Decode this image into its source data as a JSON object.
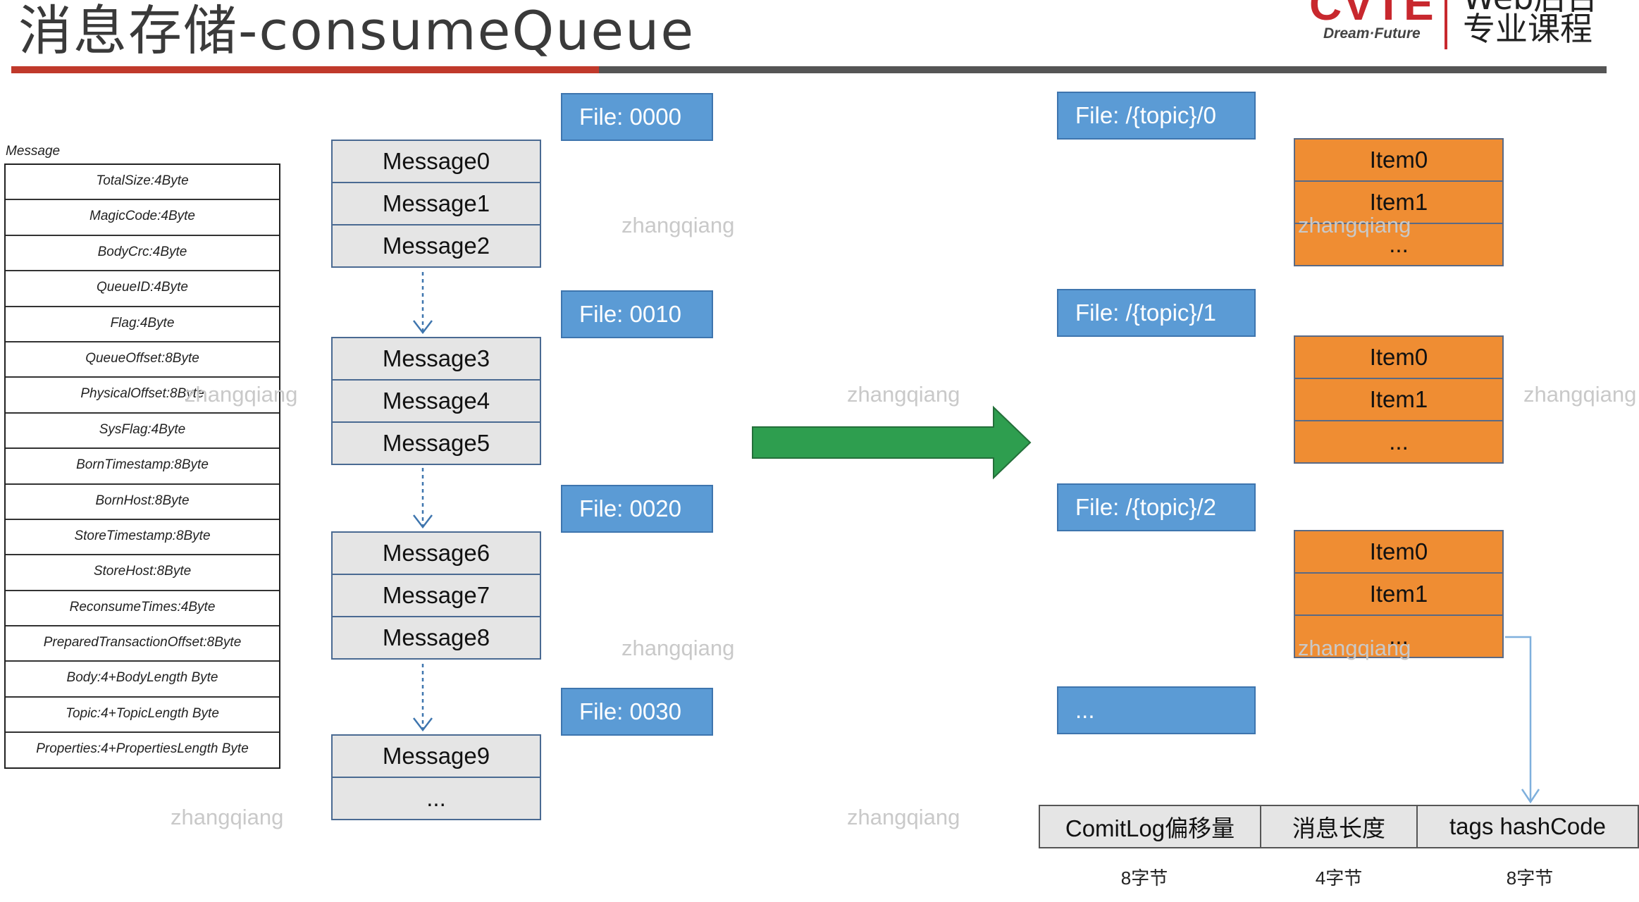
{
  "title": "消息存储-consumeQueue",
  "branding": {
    "logo": "CVTE",
    "tagline": "Dream·Future",
    "course_line1": "Web后台",
    "course_line2": "专业课程"
  },
  "message_table": {
    "label": "Message",
    "fields": [
      "TotalSize:4Byte",
      "MagicCode:4Byte",
      "BodyCrc:4Byte",
      "QueueID:4Byte",
      "Flag:4Byte",
      "QueueOffset:8Byte",
      "PhysicalOffset:8Byte",
      "SysFlag:4Byte",
      "BornTimestamp:8Byte",
      "BornHost:8Byte",
      "StoreTimestamp:8Byte",
      "StoreHost:8Byte",
      "ReconsumeTimes:4Byte",
      "PreparedTransactionOffset:8Byte",
      "Body:4+BodyLength Byte",
      "Topic:4+TopicLength Byte",
      "Properties:4+PropertiesLength Byte"
    ]
  },
  "commitlog_groups": [
    {
      "file": "File: 0000",
      "messages": [
        "Message0",
        "Message1",
        "Message2"
      ]
    },
    {
      "file": "File: 0010",
      "messages": [
        "Message3",
        "Message4",
        "Message5"
      ]
    },
    {
      "file": "File: 0020",
      "messages": [
        "Message6",
        "Message7",
        "Message8"
      ]
    },
    {
      "file": "File: 0030",
      "messages": [
        "Message9",
        "..."
      ]
    }
  ],
  "consumequeue_groups": [
    {
      "file": "File: /{topic}/0",
      "items": [
        "Item0",
        "Item1",
        "..."
      ]
    },
    {
      "file": "File: /{topic}/1",
      "items": [
        "Item0",
        "Item1",
        "..."
      ]
    },
    {
      "file": "File: /{topic}/2",
      "items": [
        "Item0",
        "Item1",
        "..."
      ]
    },
    {
      "file": "..."
    }
  ],
  "entry_format": [
    {
      "field": "ComitLog偏移量",
      "size": "8字节"
    },
    {
      "field": "消息长度",
      "size": "4字节"
    },
    {
      "field": "tags hashCode",
      "size": "8字节"
    }
  ],
  "watermark": "zhangqiang",
  "colors": {
    "file_blue": "#5b9bd5",
    "item_orange": "#ef8d33",
    "arrow_green": "#2e9e4f",
    "title_red": "#c0392b",
    "cell_gray": "#e5e5e5"
  }
}
